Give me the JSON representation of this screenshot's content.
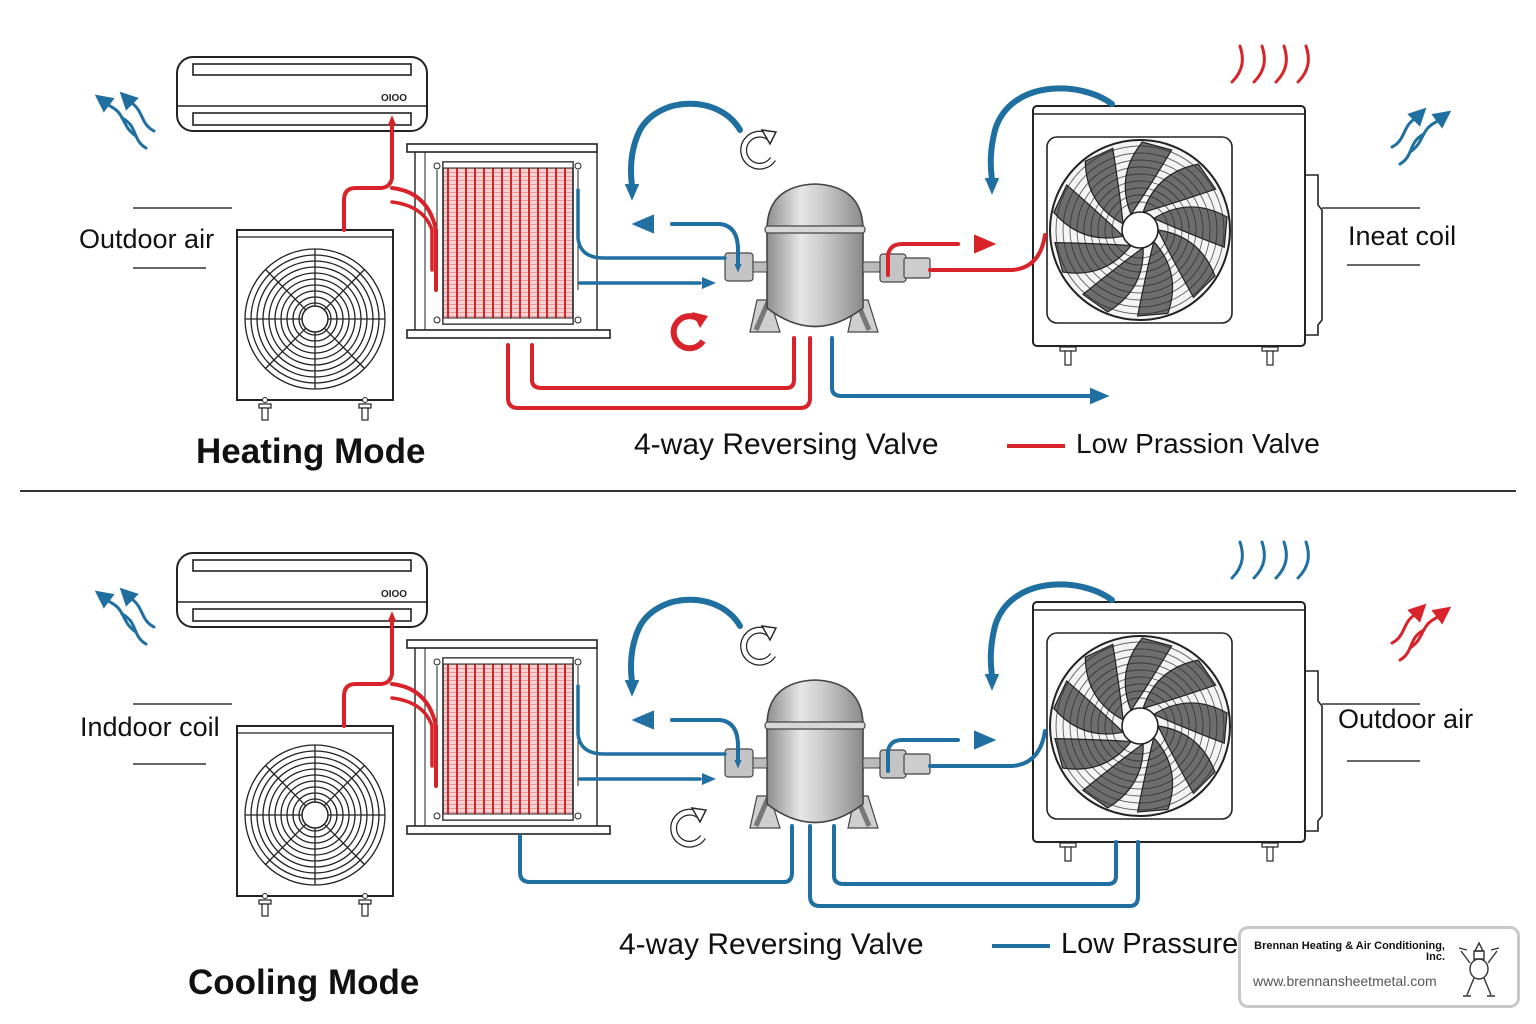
{
  "colors": {
    "hot": "#d8232a",
    "cold": "#1f6fa0",
    "line": "#222222",
    "compressor": "#b9b9b9"
  },
  "heating": {
    "title": "Heating Mode",
    "left_label": "Outdoor air",
    "right_label": "Ineat coil",
    "valve_label": "4-way Reversing Valve",
    "legend_label": "Low Prassion Valve",
    "legend_color": "hot",
    "indoor_unit_buttons": "OIOO"
  },
  "cooling": {
    "title": "Cooling Mode",
    "left_label": "Inddoor coil",
    "right_label": "Outdoor air",
    "valve_label": "4-way Reversing Valve",
    "legend_label": "Low Prassure",
    "legend_color": "cold",
    "indoor_unit_buttons": "OIOO"
  },
  "credit": {
    "company": "Brennan Heating & Air Conditioning, Inc.",
    "url": "www.brennansheetmetal.com",
    "logo_icon": "tin-man-logo-icon"
  }
}
